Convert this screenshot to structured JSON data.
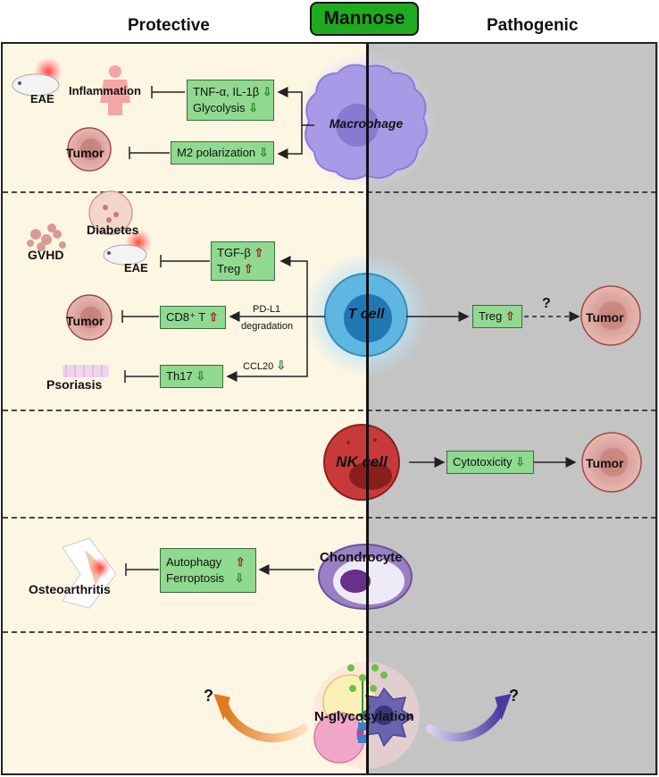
{
  "headers": {
    "left": "Protective",
    "center": "Mannose",
    "right": "Pathogenic"
  },
  "macrophage": {
    "cell": "Macrophage",
    "box1_line1": "TNF-α, IL-1β",
    "box1_line2": "Glycolysis",
    "box2": "M2 polarization",
    "outcome1": "Inflammation",
    "outcome1b": "EAE",
    "outcome2": "Tumor"
  },
  "tcell": {
    "cell": "T cell",
    "box1_line1": "TGF-β",
    "box1_line2": "Treg",
    "box2": "CD8⁺ T",
    "box3": "Th17",
    "pdl1_line1": "PD-L1",
    "pdl1_line2": "degradation",
    "ccl20": "CCL20",
    "outcome_diabetes": "Diabetes",
    "outcome_gvhd": "GVHD",
    "outcome_eae": "EAE",
    "outcome_tumor": "Tumor",
    "outcome_psoriasis": "Psoriasis",
    "right_box": "Treg",
    "right_q": "?",
    "right_tumor": "Tumor"
  },
  "nkcell": {
    "cell": "NK cell",
    "box": "Cytotoxicity",
    "tumor": "Tumor"
  },
  "chondrocyte": {
    "cell": "Chondrocyte",
    "box_line1": "Autophagy",
    "box_line2": "Ferroptosis",
    "outcome": "Osteoarthritis"
  },
  "glyco": {
    "label": "N-glycosylation",
    "q_left": "?",
    "q_right": "?"
  },
  "colors": {
    "protective_bg": "#fdf6e3",
    "pathogenic_bg": "#c4c4c4",
    "box_green": "#90d990",
    "title_green": "#1faa1f",
    "up_arrow": "#a02020",
    "down_arrow": "#2f8a2f"
  }
}
